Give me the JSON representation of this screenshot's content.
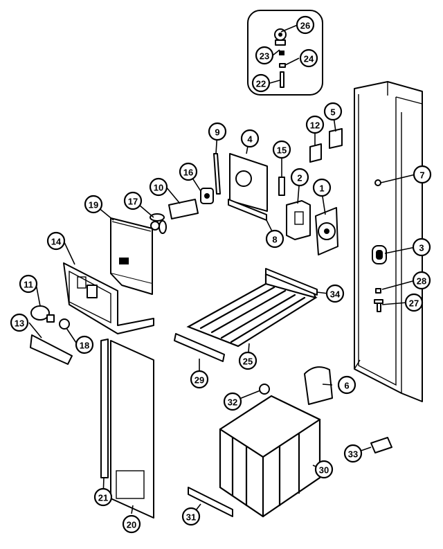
{
  "colors": {
    "ink": "#000000",
    "paper": "#ffffff"
  },
  "callouts": [
    {
      "id": "c1",
      "label": "1"
    },
    {
      "id": "c2",
      "label": "2"
    },
    {
      "id": "c3",
      "label": "3"
    },
    {
      "id": "c4",
      "label": "4"
    },
    {
      "id": "c5",
      "label": "5"
    },
    {
      "id": "c6",
      "label": "6"
    },
    {
      "id": "c7",
      "label": "7"
    },
    {
      "id": "c8",
      "label": "8"
    },
    {
      "id": "c9",
      "label": "9"
    },
    {
      "id": "c10",
      "label": "10"
    },
    {
      "id": "c11",
      "label": "11"
    },
    {
      "id": "c12",
      "label": "12"
    },
    {
      "id": "c13",
      "label": "13"
    },
    {
      "id": "c14",
      "label": "14"
    },
    {
      "id": "c15",
      "label": "15"
    },
    {
      "id": "c16",
      "label": "16"
    },
    {
      "id": "c17",
      "label": "17"
    },
    {
      "id": "c18",
      "label": "18"
    },
    {
      "id": "c19",
      "label": "19"
    },
    {
      "id": "c20",
      "label": "20"
    },
    {
      "id": "c21",
      "label": "21"
    },
    {
      "id": "c22",
      "label": "22"
    },
    {
      "id": "c23",
      "label": "23"
    },
    {
      "id": "c24",
      "label": "24"
    },
    {
      "id": "c25",
      "label": "25"
    },
    {
      "id": "c26",
      "label": "26"
    },
    {
      "id": "c27",
      "label": "27"
    },
    {
      "id": "c28a",
      "label": "28"
    },
    {
      "id": "c28b",
      "label": "28"
    },
    {
      "id": "c29",
      "label": "29"
    },
    {
      "id": "c30",
      "label": "30"
    },
    {
      "id": "c31",
      "label": "31"
    },
    {
      "id": "c32",
      "label": "32"
    },
    {
      "id": "c33",
      "label": "33"
    },
    {
      "id": "c34",
      "label": "34"
    }
  ]
}
